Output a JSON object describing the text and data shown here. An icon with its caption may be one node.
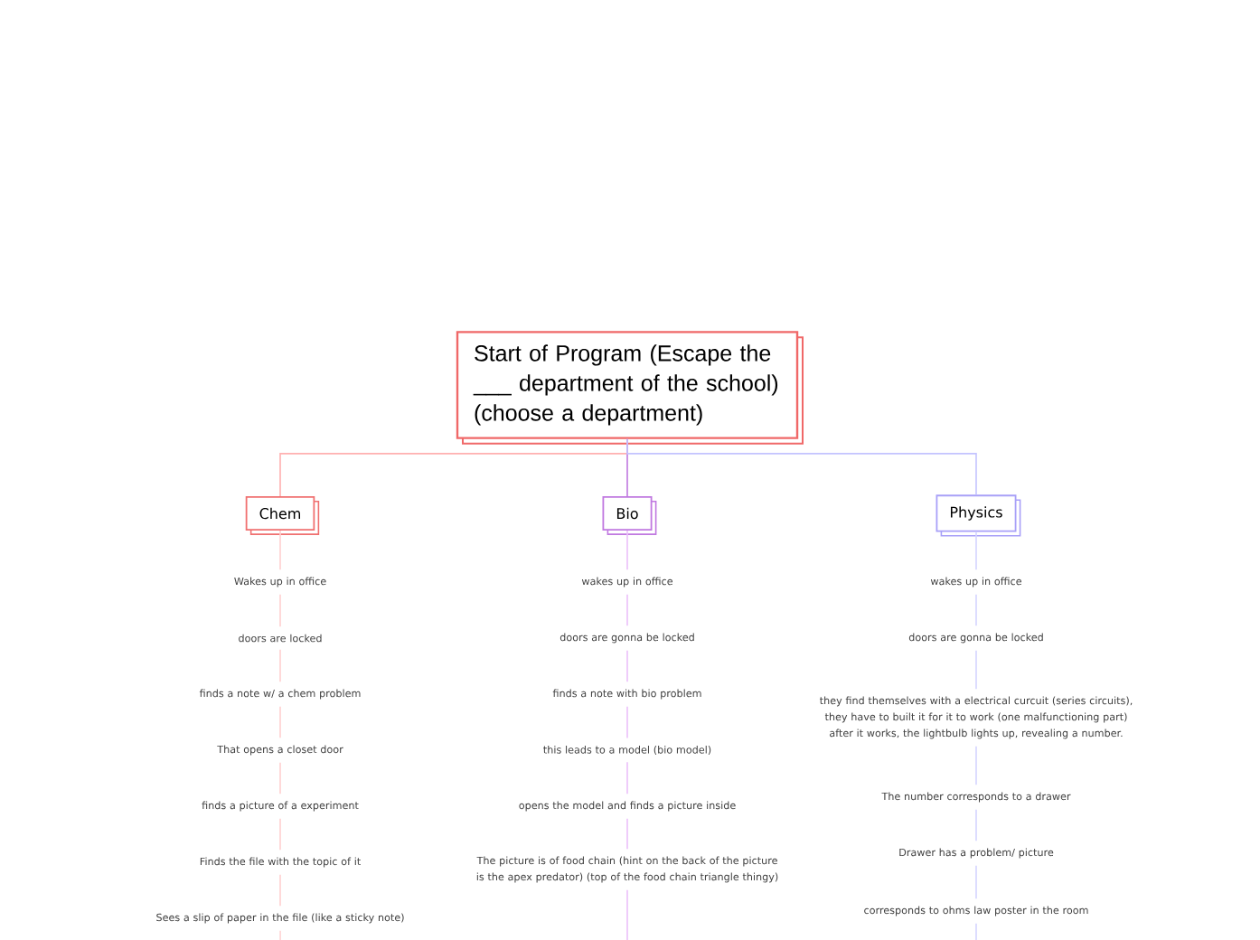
{
  "diagram": {
    "nodes": [
      {
        "text": [
          "Start of Program (Escape the ___ department of the school) (choose a department)"
        ]
      },
      {
        "text": [
          "Chem"
        ]
      },
      {
        "text": [
          "Bio"
        ]
      },
      {
        "text": [
          "Physics"
        ]
      },
      {
        "text": [
          "Wakes up in office"
        ]
      },
      {
        "text": [
          "doors are locked"
        ]
      },
      {
        "text": [
          "finds a note w/ a chem problem"
        ]
      },
      {
        "text": [
          "That opens a closet door"
        ]
      },
      {
        "text": [
          "finds a picture of a experiment"
        ]
      },
      {
        "text": [
          "Finds the file with the topic of it"
        ]
      },
      {
        "text": [
          "Sees a slip of paper in the file (like a sticky note)"
        ]
      },
      {
        "text": [
          "wakes up in office"
        ]
      },
      {
        "text": [
          "doors are gonna be locked"
        ]
      },
      {
        "text": [
          "finds a note with bio problem"
        ]
      },
      {
        "text": [
          "this leads to a model (bio model)"
        ]
      },
      {
        "text": [
          "opens the model and finds a picture inside"
        ]
      },
      {
        "text": [
          "The picture is of food chain (hint on the back of the picture is the apex predator) (top of the food chain triangle thingy)"
        ]
      },
      {
        "text": [
          "wakes up in office"
        ]
      },
      {
        "text": [
          "doors are gonna be locked"
        ]
      },
      {
        "text": [
          "they find themselves with a electrical curcuit (series circuits), they have to built it for it to work (one malfunctioning part) after it works, the lightbulb lights up, revealing a number."
        ]
      },
      {
        "text": [
          "The number corresponds to a drawer"
        ]
      },
      {
        "text": [
          "Drawer has a problem/ picture"
        ]
      },
      {
        "text": [
          "corresponds to ohms law poster in the room"
        ]
      }
    ],
    "edges": [
      {
        "from": 0,
        "to": 1,
        "arrow": "none",
        "color": "#ffb0b0"
      },
      {
        "from": 0,
        "to": 2,
        "arrow": "none",
        "color": "#c078e0"
      },
      {
        "from": 0,
        "to": 3,
        "arrow": "none",
        "color": "#c4c4ff"
      },
      {
        "from": 1,
        "to": 4,
        "arrow": "none",
        "color": "#ffd0d0"
      },
      {
        "from": 4,
        "to": 5,
        "arrow": "none",
        "color": "#ffd0d0"
      },
      {
        "from": 5,
        "to": 6,
        "arrow": "none",
        "color": "#ffd0d0"
      },
      {
        "from": 6,
        "to": 7,
        "arrow": "none",
        "color": "#ffd0d0"
      },
      {
        "from": 7,
        "to": 8,
        "arrow": "none",
        "color": "#ffd0d0"
      },
      {
        "from": 8,
        "to": 9,
        "arrow": "none",
        "color": "#ffd0d0"
      },
      {
        "from": 9,
        "to": 10,
        "arrow": "none",
        "color": "#ffd0d0"
      },
      {
        "from": 10,
        "to": null,
        "arrow": "none",
        "color": "#ffd0d0"
      },
      {
        "from": 2,
        "to": 11,
        "arrow": "none",
        "color": "#ecc0fa"
      },
      {
        "from": 11,
        "to": 12,
        "arrow": "none",
        "color": "#ecc0fa"
      },
      {
        "from": 12,
        "to": 13,
        "arrow": "none",
        "color": "#ecc0fa"
      },
      {
        "from": 13,
        "to": 14,
        "arrow": "none",
        "color": "#ecc0fa"
      },
      {
        "from": 14,
        "to": 15,
        "arrow": "none",
        "color": "#ecc0fa"
      },
      {
        "from": 15,
        "to": 16,
        "arrow": "none",
        "color": "#ecc0fa"
      },
      {
        "from": 16,
        "to": null,
        "arrow": "none",
        "color": "#ecc0fa"
      },
      {
        "from": 3,
        "to": 17,
        "arrow": "none",
        "color": "#d4d4ff"
      },
      {
        "from": 17,
        "to": 18,
        "arrow": "none",
        "color": "#d4d4ff"
      },
      {
        "from": 18,
        "to": 19,
        "arrow": "none",
        "color": "#d4d4ff"
      },
      {
        "from": 19,
        "to": 20,
        "arrow": "none",
        "color": "#d4d4ff"
      },
      {
        "from": 20,
        "to": 21,
        "arrow": "none",
        "color": "#d4d4ff"
      },
      {
        "from": 21,
        "to": 22,
        "arrow": "none",
        "color": "#d4d4ff"
      },
      {
        "from": 22,
        "to": null,
        "arrow": "none",
        "color": "#d4d4ff"
      }
    ]
  }
}
